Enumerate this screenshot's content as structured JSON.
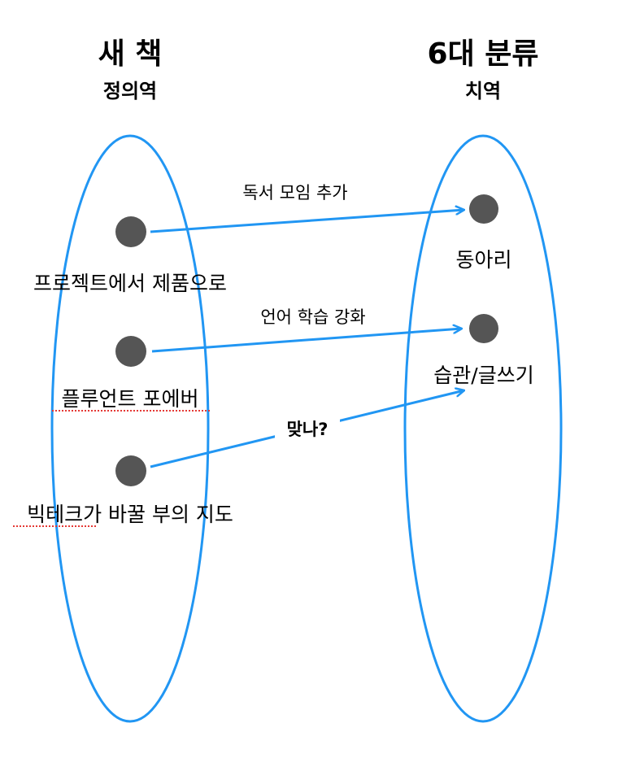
{
  "domain": {
    "title": "새 책",
    "subtitle": "정의역"
  },
  "codomain": {
    "title": "6대 분류",
    "subtitle": "치역"
  },
  "domain_items": [
    {
      "label": "프로젝트에서 제품으로",
      "spellcheck": false
    },
    {
      "label": "플루언트 포에버",
      "spellcheck": true
    },
    {
      "label": "빅테크가 바꿀 부의 지도",
      "spellcheck": true
    }
  ],
  "codomain_items": [
    {
      "label": "동아리"
    },
    {
      "label": "습관/글쓰기"
    }
  ],
  "mappings": [
    {
      "from": 0,
      "to": 0,
      "label": "독서 모임 추가"
    },
    {
      "from": 1,
      "to": 1,
      "label": "언어 학습 강화"
    },
    {
      "from": 2,
      "to": 1,
      "label": "맞나?"
    }
  ],
  "colors": {
    "ellipse": "#2196f3",
    "arrow": "#2196f3",
    "node": "#555555",
    "spellcheck": "#e53935"
  }
}
